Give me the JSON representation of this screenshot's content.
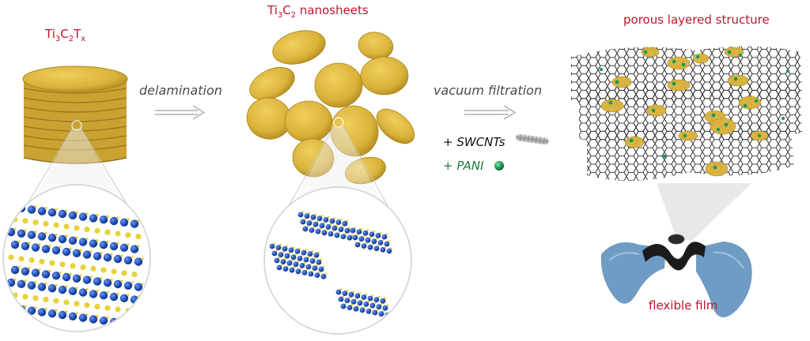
{
  "stage1": {
    "label_main": "Ti",
    "sub_1": "3",
    "mid": "C",
    "sub_2": "2",
    "mid2": "T",
    "sub_3": "x"
  },
  "stage2": {
    "label_main": "Ti",
    "sub_1": "3",
    "mid": "C",
    "sub_2": "2",
    "rest": " nanosheets"
  },
  "stage3": {
    "label": "porous layered structure"
  },
  "step1": {
    "label": "delamination"
  },
  "step2": {
    "label": "vacuum filtration"
  },
  "additives": {
    "swcnt": "+ SWCNTs",
    "pani": "+ PANI"
  },
  "film": {
    "label": "flexible film"
  },
  "colors": {
    "label_red": "#c0142a",
    "gold": "#d9b23a",
    "gold_dark": "#b08a20",
    "atom_blue": "#1f4fb8",
    "atom_yellow": "#e8d23a",
    "network": "#4a4a4a",
    "pani_green": "#1e9a55",
    "film_blue": "#6f9cc4"
  }
}
